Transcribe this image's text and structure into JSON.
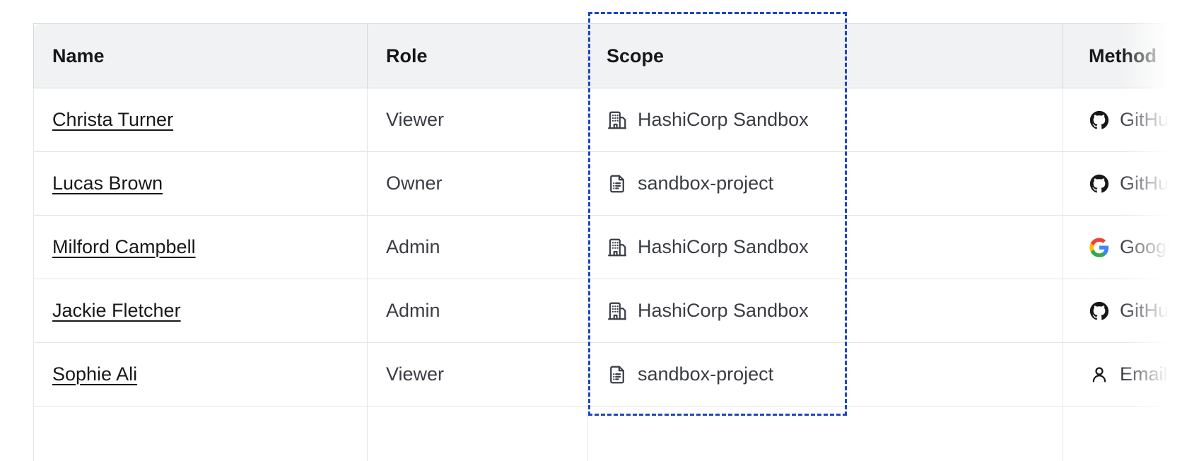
{
  "table": {
    "columns": [
      {
        "key": "name",
        "label": "Name"
      },
      {
        "key": "role",
        "label": "Role"
      },
      {
        "key": "scope",
        "label": "Scope"
      },
      {
        "key": "method",
        "label": "Method"
      }
    ],
    "rows": [
      {
        "name": "Christa Turner",
        "role": "Viewer",
        "scope": "HashiCorp Sandbox",
        "scope_icon": "building-icon",
        "method": "GitHub",
        "method_icon": "github-icon"
      },
      {
        "name": "Lucas Brown",
        "role": "Owner",
        "scope": "sandbox-project",
        "scope_icon": "document-icon",
        "method": "GitHub",
        "method_icon": "github-icon"
      },
      {
        "name": "Milford Campbell",
        "role": "Admin",
        "scope": "HashiCorp Sandbox",
        "scope_icon": "building-icon",
        "method": "Google",
        "method_icon": "google-icon"
      },
      {
        "name": "Jackie Fletcher",
        "role": "Admin",
        "scope": "HashiCorp Sandbox",
        "scope_icon": "building-icon",
        "method": "GitHub",
        "method_icon": "github-icon"
      },
      {
        "name": "Sophie Ali",
        "role": "Viewer",
        "scope": "sandbox-project",
        "scope_icon": "document-icon",
        "method": "Email",
        "method_icon": "user-icon"
      },
      {
        "name": "",
        "role": "",
        "scope": "",
        "scope_icon": "",
        "method": "",
        "method_icon": ""
      }
    ]
  },
  "highlight": {
    "target_column": "Scope",
    "border_color": "#1c44c4",
    "style": "dashed"
  },
  "colors": {
    "header_bg": "#f1f2f3",
    "header_text": "#16181a",
    "body_text": "#3b3d45",
    "link_text": "#16181a",
    "border": "#e3e5e7",
    "header_border": "#d6d8da",
    "highlight": "#1c44c4"
  }
}
